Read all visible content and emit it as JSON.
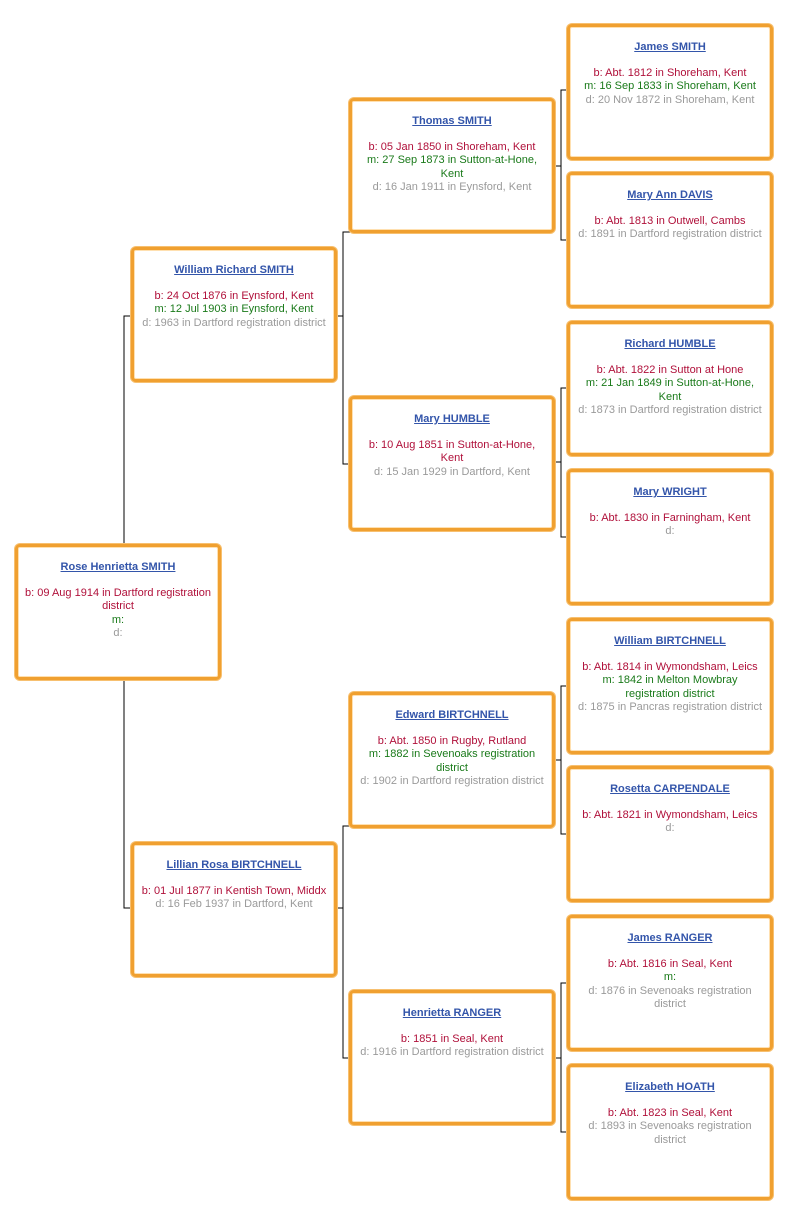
{
  "people": [
    {
      "key": "rose",
      "name": "Rose Henrietta SMITH",
      "born": "b: 09 Aug 1914 in Dartford registration district",
      "married": "m:",
      "died": "d:"
    },
    {
      "key": "william-richard",
      "name": "William Richard SMITH",
      "born": "b: 24 Oct 1876 in Eynsford, Kent",
      "married": "m: 12 Jul 1903 in Eynsford, Kent",
      "died": "d: 1963 in Dartford registration district"
    },
    {
      "key": "lillian",
      "name": "Lillian Rosa BIRTCHNELL",
      "born": "b: 01 Jul 1877 in Kentish Town, Middx",
      "married": "",
      "died": "d: 16 Feb 1937 in Dartford, Kent"
    },
    {
      "key": "thomas",
      "name": "Thomas SMITH",
      "born": "b: 05 Jan 1850 in Shoreham, Kent",
      "married": "m: 27 Sep 1873 in Sutton-at-Hone, Kent",
      "died": "d: 16 Jan 1911 in Eynsford, Kent"
    },
    {
      "key": "mary-humble",
      "name": "Mary HUMBLE",
      "born": "b: 10 Aug 1851 in Sutton-at-Hone, Kent",
      "married": "",
      "died": "d: 15 Jan 1929 in Dartford, Kent"
    },
    {
      "key": "edward",
      "name": "Edward BIRTCHNELL",
      "born": "b: Abt. 1850 in Rugby, Rutland",
      "married": "m: 1882 in Sevenoaks registration district",
      "died": "d: 1902 in Dartford registration district"
    },
    {
      "key": "henrietta",
      "name": "Henrietta RANGER",
      "born": "b: 1851 in Seal, Kent",
      "married": "",
      "died": "d: 1916 in Dartford registration district"
    },
    {
      "key": "james-smith",
      "name": "James SMITH",
      "born": "b: Abt. 1812 in Shoreham, Kent",
      "married": "m: 16 Sep 1833 in Shoreham, Kent",
      "died": "d: 20 Nov 1872 in Shoreham, Kent"
    },
    {
      "key": "mary-ann",
      "name": "Mary Ann DAVIS",
      "born": "b: Abt. 1813 in Outwell, Cambs",
      "married": "",
      "died": "d: 1891 in Dartford registration district"
    },
    {
      "key": "richard",
      "name": "Richard HUMBLE",
      "born": "b: Abt. 1822 in Sutton at Hone",
      "married": "m: 21 Jan 1849 in Sutton-at-Hone, Kent",
      "died": "d: 1873 in Dartford registration district"
    },
    {
      "key": "mary-wright",
      "name": "Mary WRIGHT",
      "born": "b: Abt. 1830 in Farningham, Kent",
      "married": "",
      "died": "d:"
    },
    {
      "key": "william-b",
      "name": "William BIRTCHNELL",
      "born": "b: Abt. 1814 in Wymondsham, Leics",
      "married": "m: 1842 in Melton Mowbray registration district",
      "died": "d: 1875 in Pancras registration district"
    },
    {
      "key": "rosetta",
      "name": "Rosetta CARPENDALE",
      "born": "b: Abt. 1821 in Wymondsham, Leics",
      "married": "",
      "died": "d:"
    },
    {
      "key": "james-ranger",
      "name": "James RANGER",
      "born": "b: Abt. 1816 in Seal, Kent",
      "married": "m:",
      "died": "d: 1876 in Sevenoaks registration district"
    },
    {
      "key": "elizabeth",
      "name": "Elizabeth HOATH",
      "born": "b: Abt. 1823 in Seal, Kent",
      "married": "",
      "died": "d: 1893 in Sevenoaks registration district"
    }
  ],
  "colors": {
    "border": "#f0a030",
    "name": "#3355aa",
    "born": "#b0103a",
    "married": "#1a7a1a",
    "died": "#9a9a9a"
  }
}
